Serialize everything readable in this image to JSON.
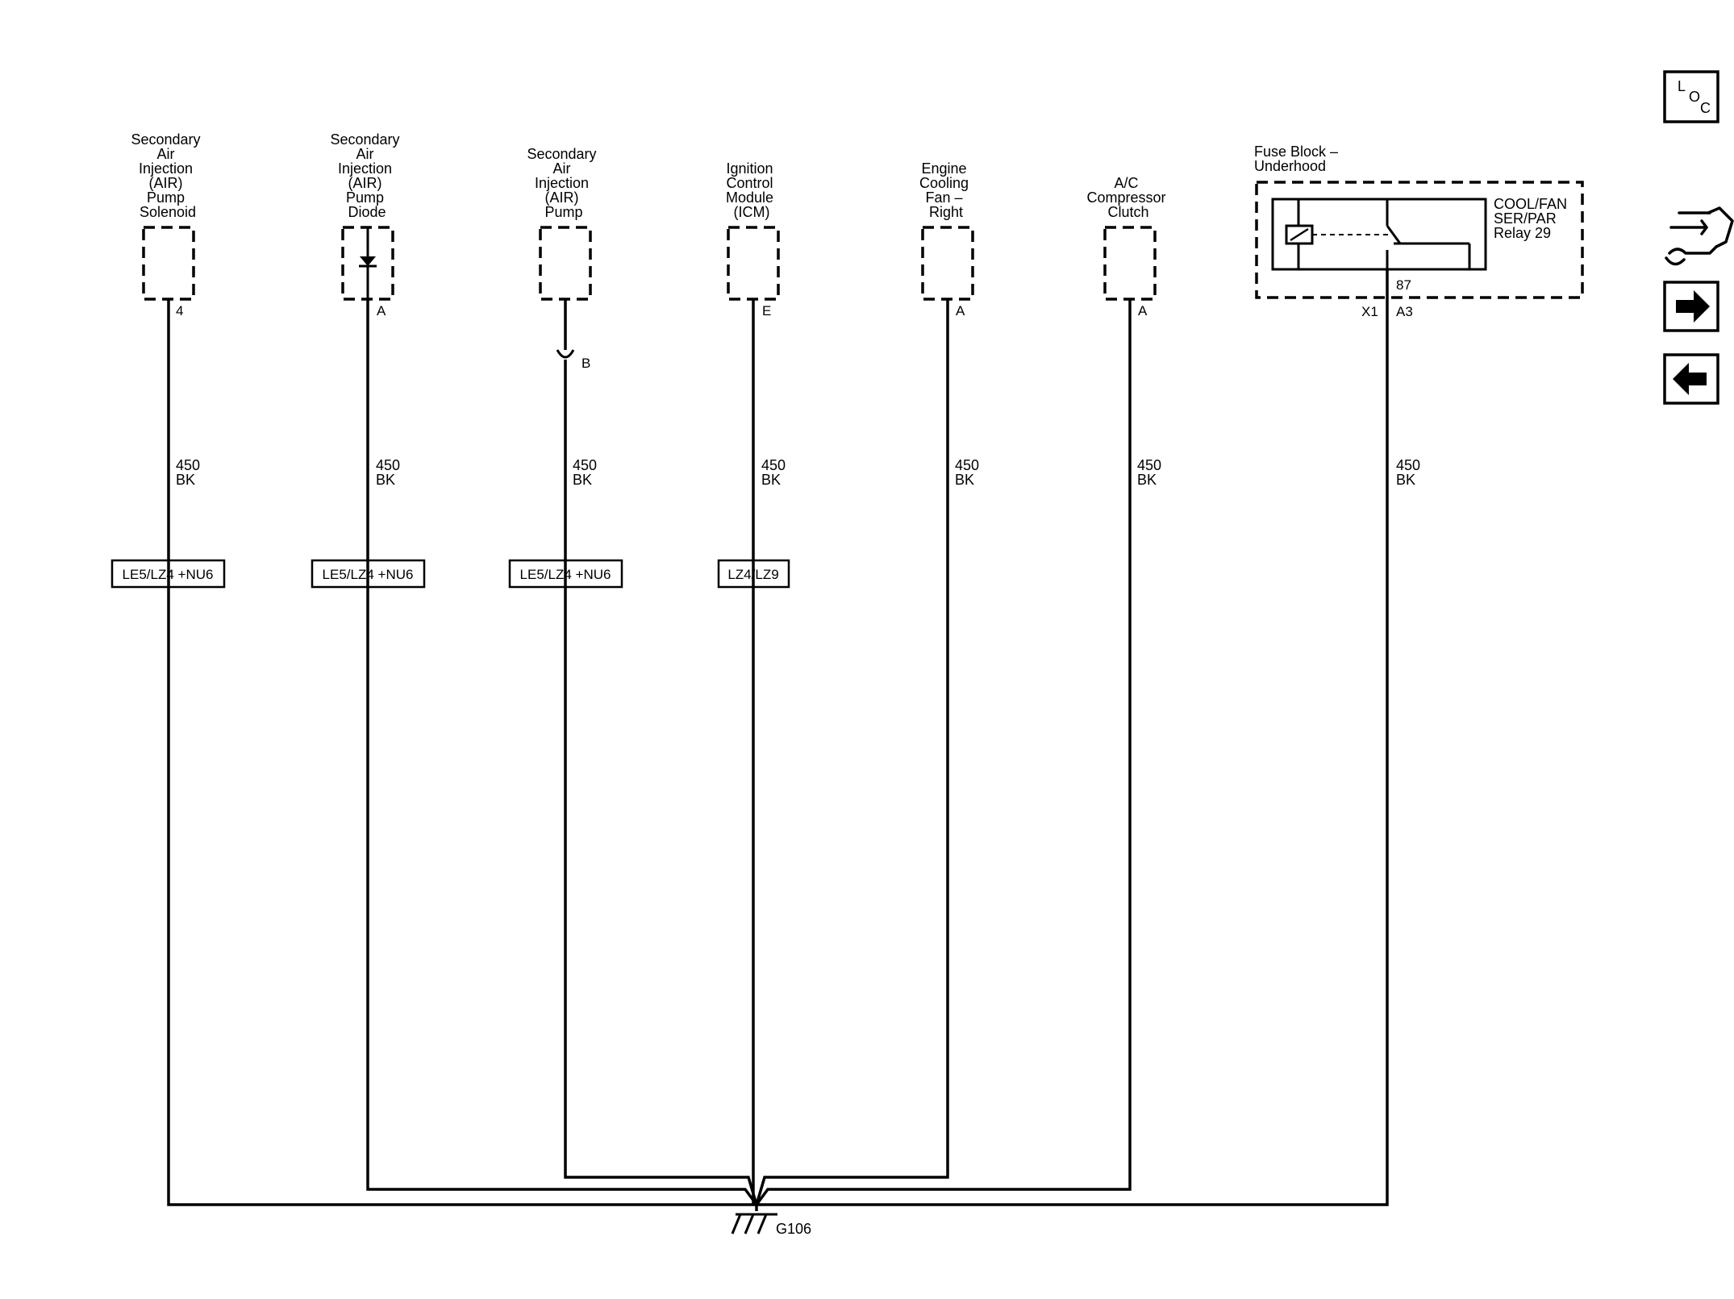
{
  "components": [
    {
      "id": "air-pump-solenoid",
      "label": [
        "Secondary",
        "Air",
        "Injection",
        "(AIR)",
        "Pump",
        "Solenoid"
      ],
      "pin": "4",
      "wire": {
        "gauge": "450",
        "color": "BK"
      },
      "option": "LE5/LZ4 +NU6"
    },
    {
      "id": "air-pump-diode",
      "label": [
        "Secondary",
        "Air",
        "Injection",
        "(AIR)",
        "Pump",
        "Diode"
      ],
      "pin": "A",
      "wire": {
        "gauge": "450",
        "color": "BK"
      },
      "option": "LE5/LZ4 +NU6"
    },
    {
      "id": "air-pump",
      "label": [
        "Secondary",
        "Air",
        "Injection",
        "(AIR)",
        "Pump"
      ],
      "pin": "B",
      "wire": {
        "gauge": "450",
        "color": "BK"
      },
      "option": "LE5/LZ4 +NU6"
    },
    {
      "id": "ignition-control-module",
      "label": [
        "Ignition",
        "Control",
        "Module",
        "(ICM)"
      ],
      "pin": "E",
      "wire": {
        "gauge": "450",
        "color": "BK"
      },
      "option": "LZ4/LZ9"
    },
    {
      "id": "engine-cooling-fan-right",
      "label": [
        "Engine",
        "Cooling",
        "Fan –",
        "Right"
      ],
      "pin": "A",
      "wire": {
        "gauge": "450",
        "color": "BK"
      }
    },
    {
      "id": "ac-compressor-clutch",
      "label": [
        "A/C",
        "Compressor",
        "Clutch"
      ],
      "pin": "A",
      "wire": {
        "gauge": "450",
        "color": "BK"
      }
    }
  ],
  "fuse_block": {
    "label": [
      "Fuse Block –",
      "Underhood"
    ],
    "relay_label": [
      "COOL/FAN",
      "SER/PAR",
      "Relay 29"
    ],
    "terminal": "87",
    "connector": "X1",
    "pin": "A3",
    "wire": {
      "gauge": "450",
      "color": "BK"
    }
  },
  "ground": {
    "label": "G106"
  },
  "nav": {
    "loc_button": {
      "l": "L",
      "o": "O",
      "c": "C",
      "icon": "location-icon"
    },
    "tool_icon": "wrench-hand-icon",
    "next_icon": "arrow-right-icon",
    "prev_icon": "arrow-left-icon"
  }
}
